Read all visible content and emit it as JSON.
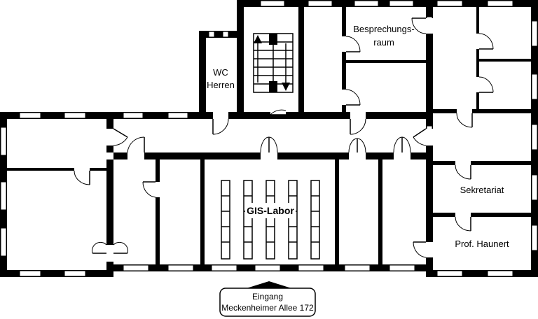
{
  "rooms": {
    "wc": {
      "line1": "WC",
      "line2": "Herren"
    },
    "meeting": {
      "line1": "Besprechungs-",
      "line2": "raum"
    },
    "gis_lab": "GIS-Labor",
    "secretariat": "Sekretariat",
    "professor": "Prof. Haunert"
  },
  "entrance": {
    "line1": "Eingang",
    "line2": "Meckenheimer Allee 172"
  }
}
